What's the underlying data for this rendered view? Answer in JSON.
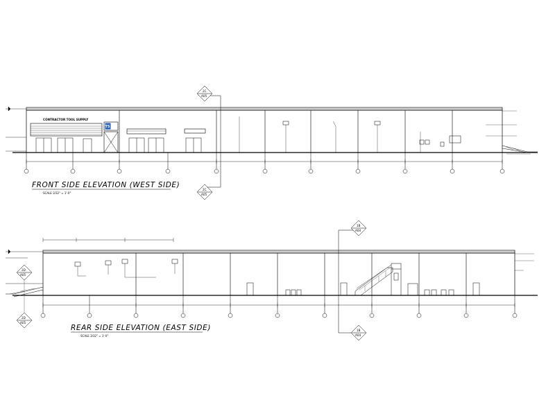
{
  "front_elevation": {
    "title": "FRONT SIDE ELEVATION (WEST SIDE)",
    "scale": "SCALE 3/32\" = 1'-0\"",
    "sign_text": "CONTRACTOR TOOL SUPPLY",
    "logo_text": "TS",
    "section_tags": [
      {
        "top": "2C",
        "bottom": "A05"
      },
      {
        "top": "2C",
        "bottom": "A05"
      }
    ]
  },
  "rear_elevation": {
    "title": "REAR SIDE ELEVATION (EAST SIDE)",
    "scale": "SCALE 3/32\" = 1'-0\"",
    "section_tags": [
      {
        "top": "1B",
        "bottom": "A04"
      },
      {
        "top": "1B",
        "bottom": "A04"
      },
      {
        "top": "2D",
        "bottom": "A05"
      },
      {
        "top": "2D",
        "bottom": "A05"
      }
    ]
  },
  "colors": {
    "ink": "#000000",
    "paper": "#ffffff",
    "logo": "#1f5fbf"
  }
}
